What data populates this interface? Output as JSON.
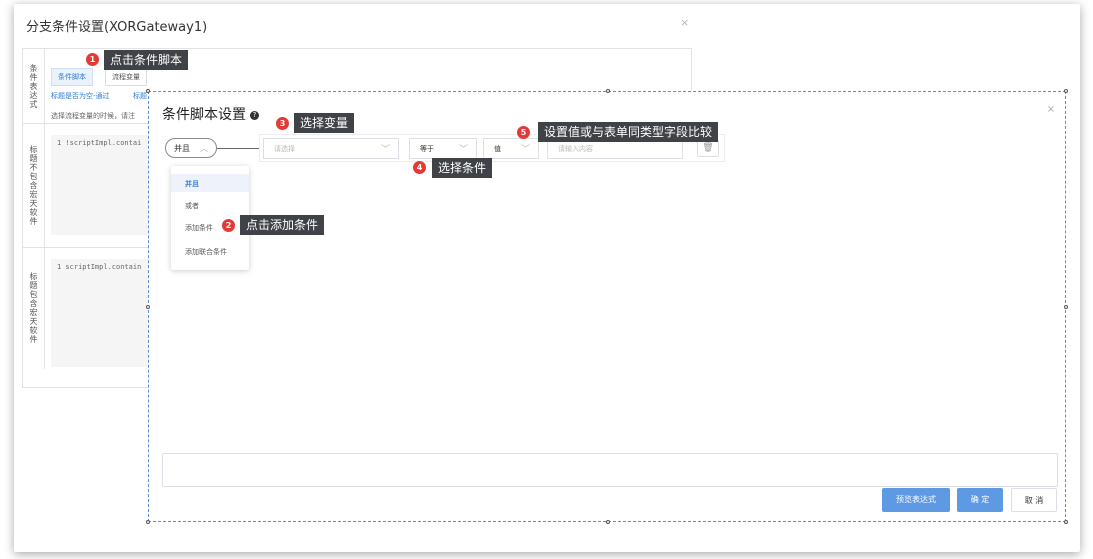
{
  "outer": {
    "title": "分支条件设置(XORGateway1)",
    "close": "×",
    "form": {
      "row1_label": "条件表达式",
      "tab_script": "条件脚本",
      "tab_var": "流程变量",
      "link1": "标题是否为空-通过",
      "link2": "标题",
      "hint": "选择流程变量的时候，请注",
      "row2_label": "标题不包含宏天软件",
      "code1": "1 !scriptImpl.contai",
      "row3_label": "标题包含宏天软件",
      "code2": "1 scriptImpl.contain"
    }
  },
  "dialog": {
    "title": "条件脚本设置",
    "help": "?",
    "close": "×",
    "andor_value": "并且",
    "variable_placeholder": "请选择",
    "operator_value": "等于",
    "value_type": "值",
    "input_placeholder": "请输入内容",
    "delete_icon": "🗑",
    "dropdown": [
      "并且",
      "或者",
      "添加条件",
      "添加联合条件"
    ],
    "buttons": {
      "preview": "预览表达式",
      "confirm": "确 定",
      "cancel": "取 消"
    }
  },
  "annotations": [
    {
      "num": "1",
      "text": "点击条件脚本"
    },
    {
      "num": "2",
      "text": "点击添加条件"
    },
    {
      "num": "3",
      "text": "选择变量"
    },
    {
      "num": "4",
      "text": "选择条件"
    },
    {
      "num": "5",
      "text": "设置值或与表单同类型字段比较"
    }
  ],
  "colors": {
    "accent": "#5e99e4",
    "badge": "#e53935",
    "tooltip": "#3f4347"
  }
}
